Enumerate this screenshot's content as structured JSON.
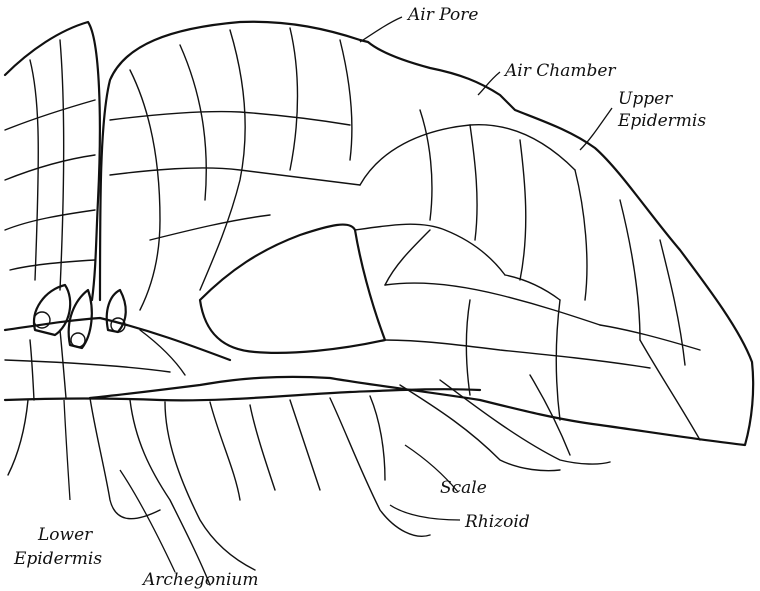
{
  "labels": {
    "air_pore": "Air Pore",
    "air_chamber": "Air Chamber",
    "upper_epidermis_1": "Upper",
    "upper_epidermis_2": "Epidermis",
    "scale": "Scale",
    "rhizoid": "Rhizoid",
    "lower_epidermis_1": "Lower",
    "lower_epidermis_2": "Epidermis",
    "archegonium": "Archegonium"
  },
  "colors": {
    "ink": "#111111",
    "paper": "#ffffff"
  }
}
